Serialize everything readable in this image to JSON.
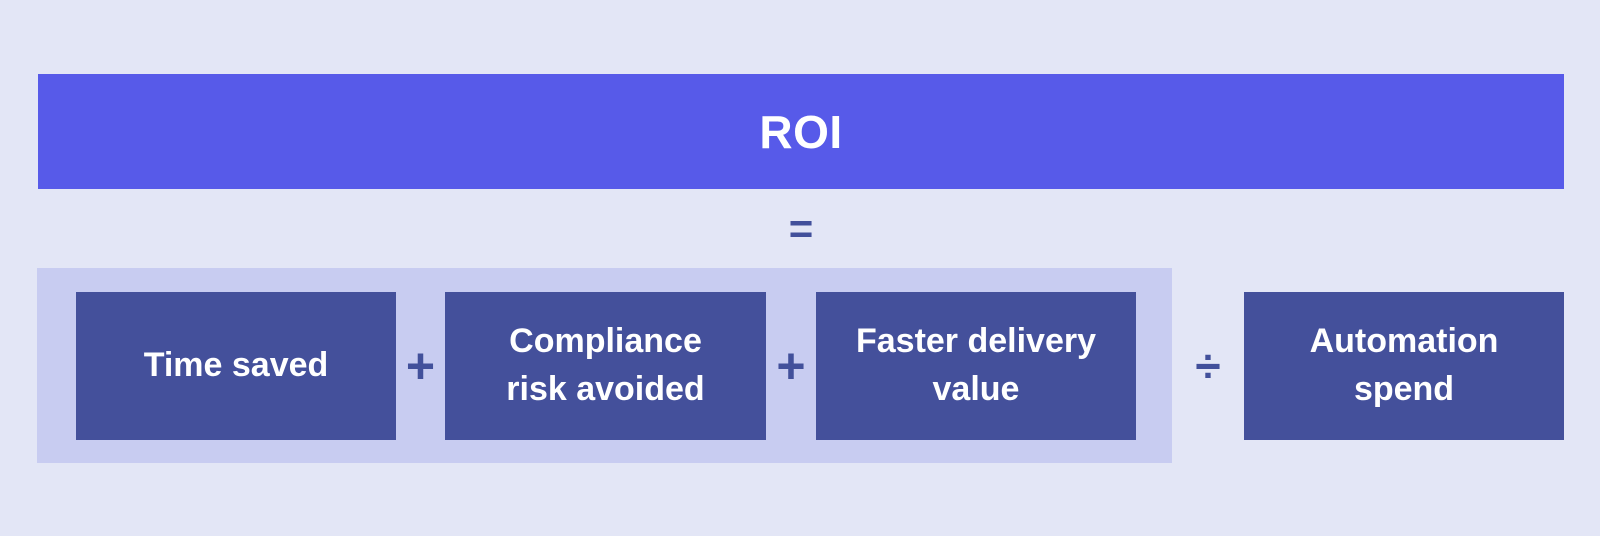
{
  "colors": {
    "page_background": "#e3e6f6",
    "banner_background": "#575ae9",
    "numerator_group_background": "#c8ccf1",
    "term_box_background": "#44509b",
    "operator_color": "#42509b",
    "text_color": "#ffffff"
  },
  "banner": {
    "label": "ROI"
  },
  "formula": {
    "equals": "=",
    "plus": "+",
    "divide": "÷",
    "numerator_boxes": [
      {
        "label": "Time saved",
        "lines": [
          "Time saved"
        ]
      },
      {
        "label": "Compliance risk avoided",
        "lines": [
          "Compliance",
          "risk avoided"
        ]
      },
      {
        "label": "Faster delivery value",
        "lines": [
          "Faster delivery",
          "value"
        ]
      }
    ],
    "denominator_box": {
      "label": "Automation spend",
      "lines": [
        "Automation",
        "spend"
      ]
    }
  }
}
